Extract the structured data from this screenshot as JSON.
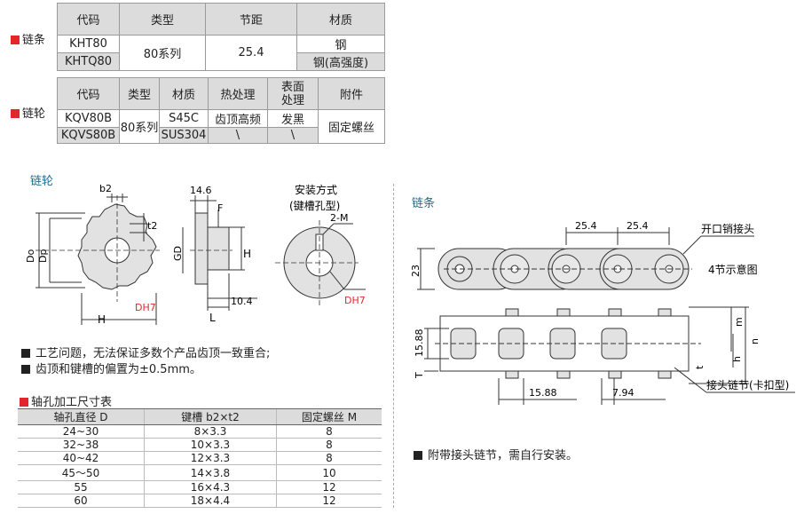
{
  "chain_table": {
    "row_label": "链条",
    "headers": [
      "代码",
      "类型",
      "节距",
      "材质"
    ],
    "rows": [
      {
        "code": "KHT80",
        "material": "钢"
      },
      {
        "code": "KHTQ80",
        "material": "钢(高强度)"
      }
    ],
    "type": "80系列",
    "pitch": "25.4"
  },
  "sprocket_table": {
    "row_label": "链轮",
    "headers": [
      "代码",
      "类型",
      "材质",
      "热处理",
      "表面处理",
      "附件"
    ],
    "rows": [
      {
        "code": "KQV80B",
        "material": "S45C",
        "heat": "齿顶高频",
        "surface": "发黑"
      },
      {
        "code": "KQVS80B",
        "material": "SUS304",
        "heat": "\\",
        "surface": "\\"
      }
    ],
    "type": "80系列",
    "accessory": "固定螺丝"
  },
  "sprocket_section": {
    "title": "链轮",
    "mount_title": "安装方式",
    "mount_subtitle": "(键槽孔型)",
    "labels": {
      "b2": "b2",
      "t2": "t2",
      "Do": "Do",
      "Dp": "Dp",
      "H": "H",
      "DH7": "DH7",
      "width": "14.6",
      "F": "F",
      "GD": "GD",
      "H2": "H",
      "L": "L",
      "hub": "10.4",
      "M": "2-M",
      "DH7b": "DH7"
    },
    "notes": [
      "工艺问题，无法保证多数个产品齿顶一致重合;",
      "齿顶和键槽的偏置为±0.5mm。"
    ]
  },
  "bore_table": {
    "title": "轴孔加工尺寸表",
    "headers": [
      "轴孔直径 D",
      "键槽 b2×t2",
      "固定螺丝 M"
    ],
    "rows": [
      [
        "24~30",
        "8×3.3",
        "8"
      ],
      [
        "32~38",
        "10×3.3",
        "8"
      ],
      [
        "40~42",
        "12×3.3",
        "8"
      ],
      [
        "45～50",
        "14×3.8",
        "10"
      ],
      [
        "55",
        "16×4.3",
        "12"
      ],
      [
        "60",
        "18×4.4",
        "12"
      ]
    ]
  },
  "chain_section": {
    "title": "链条",
    "labels": {
      "pitch1": "25.4",
      "pitch2": "25.4",
      "open_pin": "开口销接头",
      "height": "23",
      "four_node": "4节示意图",
      "w1": "15.88",
      "T": "T",
      "m": "m",
      "n": "n",
      "h": "h",
      "t": "t",
      "bottom1": "15.88",
      "bottom2": "7.94",
      "joint": "接头链节(卡扣型)"
    },
    "note": "附带接头链节，需自行安装。"
  },
  "colors": {
    "accent_red": "#e3262d",
    "teal": "#1c6e8c",
    "header_gray": "#dcdcdc"
  }
}
